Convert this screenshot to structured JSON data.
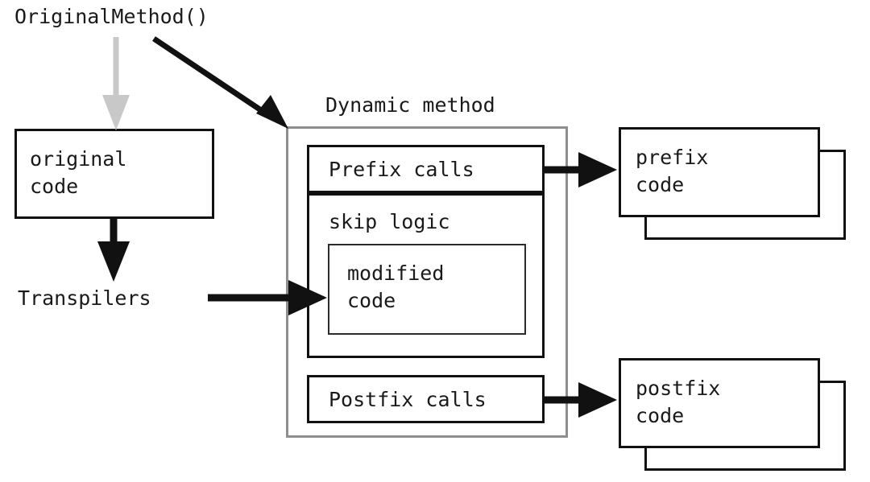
{
  "diagram": {
    "title_label": "OriginalMethod()",
    "dynamic_method_label": "Dynamic method",
    "transpilers_label": "Transpilers",
    "original_code_line1": "original",
    "original_code_line2": "code",
    "prefix_calls_label": "Prefix calls",
    "skip_logic_label": "skip logic",
    "modified_code_line1": "modified",
    "modified_code_line2": "code",
    "postfix_calls_label": "Postfix calls",
    "prefix_code_line1": "prefix",
    "prefix_code_line2": "code",
    "postfix_code_line1": "postfix",
    "postfix_code_line2": "code"
  },
  "colors": {
    "text": "#1a1a1a",
    "box_border_black": "#111111",
    "box_border_thin": "#2b2b2b",
    "box_border_gray": "#8e8e8e",
    "arrow_black": "#111111",
    "arrow_gray": "#c8c8c8",
    "background": "#ffffff"
  },
  "arrows": [
    {
      "name": "original-method-to-original-code",
      "color": "#c8c8c8",
      "from": "OriginalMethod()",
      "to": "original code"
    },
    {
      "name": "original-method-to-dynamic-method",
      "color": "#111111",
      "from": "OriginalMethod()",
      "to": "Dynamic method"
    },
    {
      "name": "original-code-to-transpilers",
      "color": "#111111",
      "from": "original code",
      "to": "Transpilers"
    },
    {
      "name": "transpilers-to-modified-code",
      "color": "#111111",
      "from": "Transpilers",
      "to": "modified code"
    },
    {
      "name": "prefix-calls-to-prefix-code",
      "color": "#111111",
      "from": "Prefix calls",
      "to": "prefix code"
    },
    {
      "name": "postfix-calls-to-postfix-code",
      "color": "#111111",
      "from": "Postfix calls",
      "to": "postfix code"
    }
  ]
}
